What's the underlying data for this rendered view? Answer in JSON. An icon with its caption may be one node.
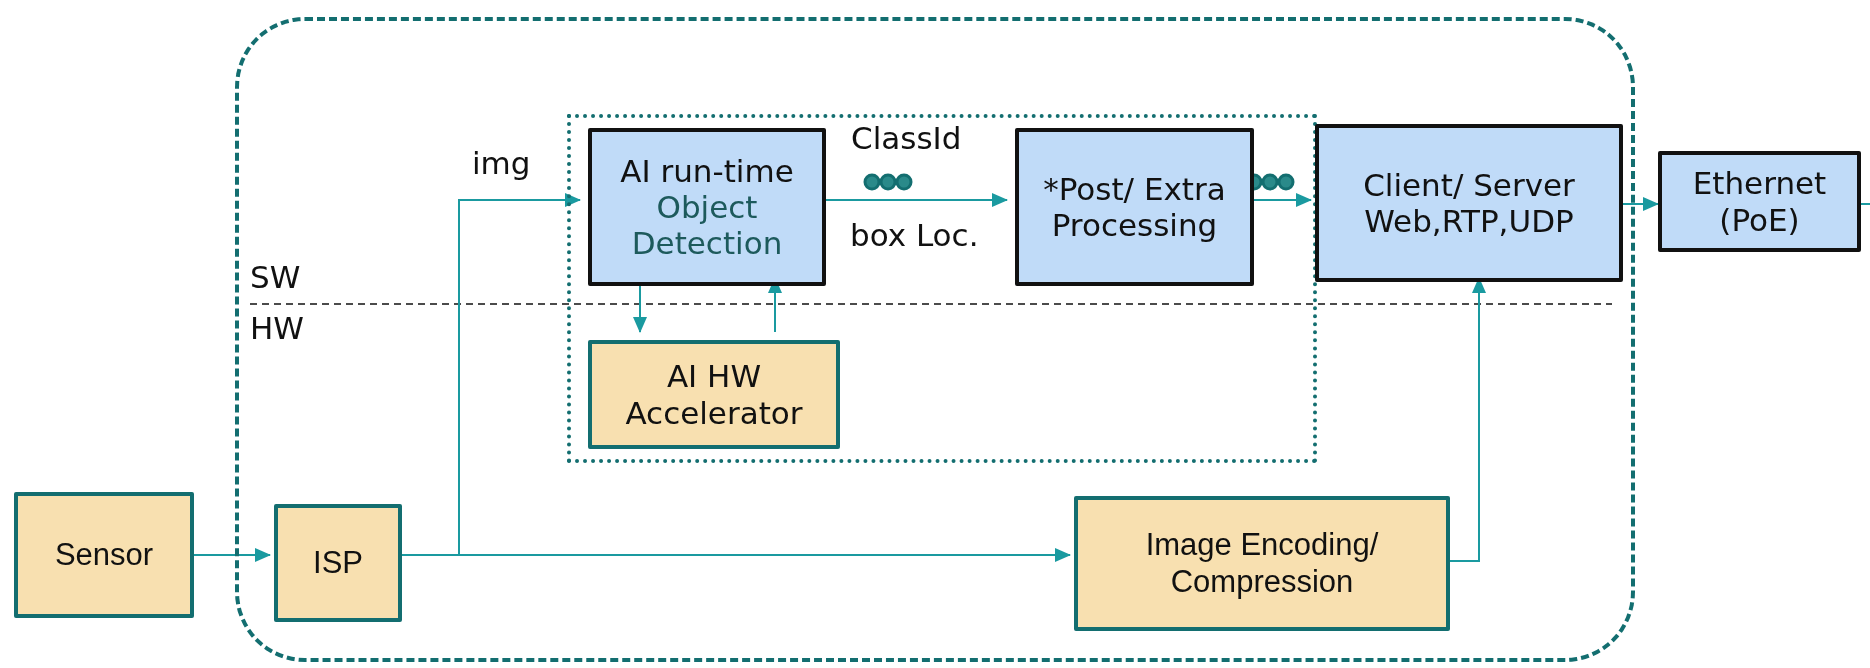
{
  "diagram": {
    "nodes": [
      {
        "text": [],
        "shape": "box"
      },
      {
        "text": [],
        "shape": "box",
        "in": 0
      },
      {
        "text": [
          "AI run-time",
          "Object Detection"
        ],
        "in": 1
      },
      {
        "text": [
          "*Post/ Extra Processing"
        ],
        "in": 1
      },
      {
        "text": [
          "AI HW Accelerator"
        ],
        "in": 1
      },
      {
        "text": [
          "Client/ Server Web,RTP,UDP"
        ],
        "in": 0
      },
      {
        "text": [
          "Ethernet (PoE)"
        ]
      },
      {
        "text": [
          "Sensor"
        ]
      },
      {
        "text": [
          "ISP"
        ],
        "in": 0
      },
      {
        "text": [
          "Image Encoding/ Compression"
        ],
        "in": 0
      }
    ],
    "edges": [
      {
        "from": 7,
        "to": 8,
        "arrow": "to"
      },
      {
        "from": 8,
        "to": 2,
        "arrow": "to",
        "label": "img"
      },
      {
        "from": 8,
        "to": 9,
        "arrow": "to"
      },
      {
        "from": 2,
        "to": 3,
        "arrow": "to"
      },
      {
        "from": 3,
        "to": 5,
        "arrow": "to"
      },
      {
        "from": 5,
        "to": 6,
        "arrow": "to"
      },
      {
        "from": 6,
        "to": null,
        "arrow": "none"
      },
      {
        "from": 2,
        "to": 4,
        "arrow": "to"
      },
      {
        "from": 4,
        "to": 2,
        "arrow": "to"
      },
      {
        "from": 9,
        "to": 5,
        "arrow": "to"
      }
    ],
    "labels": [
      "ClassId",
      "box Loc.",
      "SW",
      "HW"
    ]
  }
}
